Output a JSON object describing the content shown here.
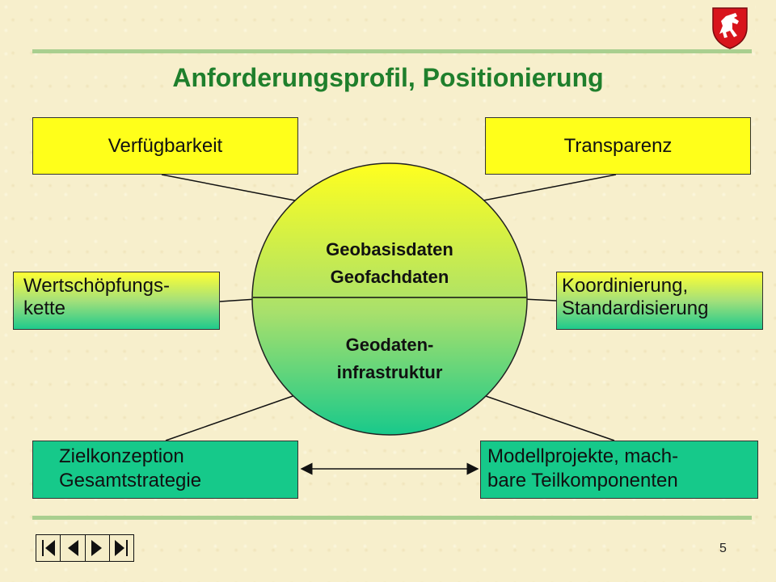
{
  "title": "Anforderungsprofil, Positionierung",
  "center": {
    "top_lines": [
      "Geobasisdaten",
      "Geofachdaten"
    ],
    "bottom_lines": [
      "Geodaten-",
      "infrastruktur"
    ]
  },
  "boxes": {
    "verfuegbarkeit": "Verfügbarkeit",
    "transparenz": "Transparenz",
    "wertschoepfung": [
      "Wertschöpfungs-",
      "kette"
    ],
    "koordinierung": [
      "Koordinierung,",
      "Standardisierung"
    ],
    "zielkonzeption": [
      "Zielkonzeption",
      "Gesamtstrategie"
    ],
    "modellprojekte": [
      "Modellprojekte, mach-",
      "bare Teilkomponenten"
    ]
  },
  "page_number": "5",
  "icons": {
    "crest": "coat-of-arms-horse-icon",
    "nav": [
      "first-slide-icon",
      "previous-slide-icon",
      "next-slide-icon",
      "last-slide-icon"
    ]
  },
  "colors": {
    "title": "#1f7f2c",
    "yellow_box": "#ffff1a",
    "green_box": "#16c98a",
    "rule": "#a9cf8f"
  }
}
